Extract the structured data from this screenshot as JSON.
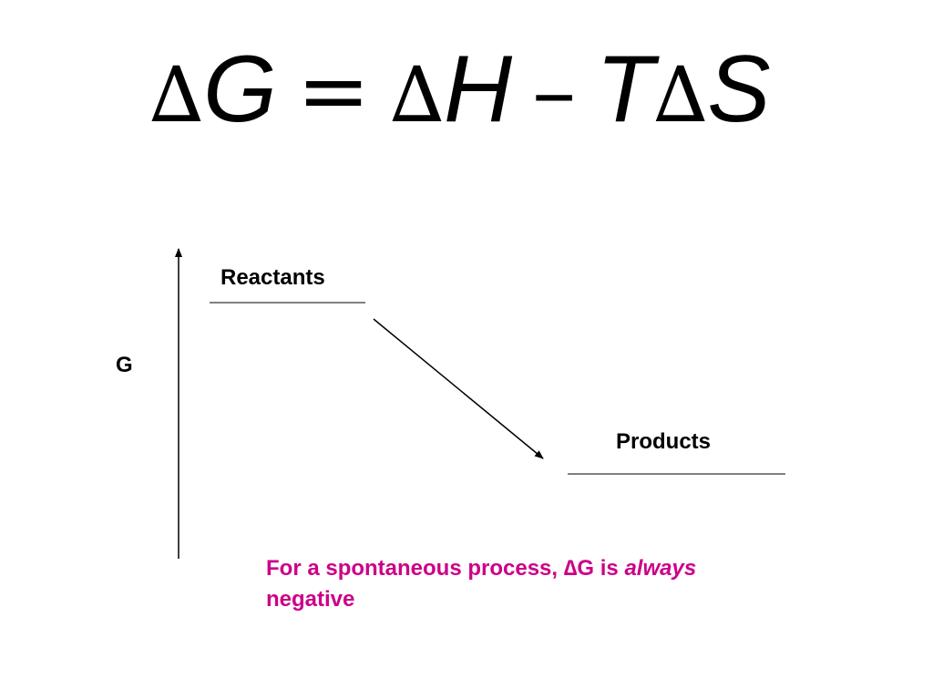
{
  "equation": {
    "delta_1": "∆",
    "var_1": "G",
    "equals": "=",
    "delta_2": "∆",
    "var_2": "H",
    "minus": "–",
    "var_3": "T",
    "delta_3": "∆",
    "var_4": "S"
  },
  "diagram": {
    "axis_label": "G",
    "reactants_label": "Reactants",
    "products_label": "Products"
  },
  "note": {
    "prefix": "For a spontaneous process, ∆G is ",
    "emphasis": "always",
    "suffix": "negative"
  },
  "colors": {
    "note": "#cc0088",
    "lines": "#000000"
  }
}
